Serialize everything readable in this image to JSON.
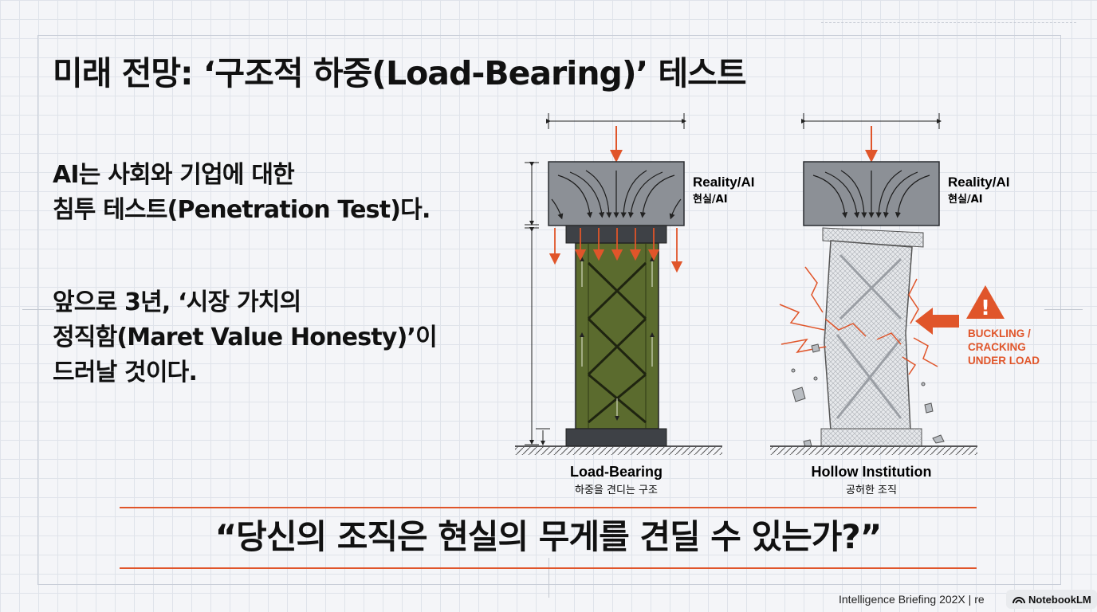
{
  "slide": {
    "title": "미래 전망: ‘구조적 하중(Load-Bearing)’ 테스트",
    "paragraph1": [
      "AI는 사회와 기업에 대한",
      "침투 테스트(Penetration Test)다."
    ],
    "paragraph2": [
      "앞으로 3년, ‘시장 가치의",
      "정직함(Maret Value Honesty)’이",
      "드러날 것이다."
    ],
    "quote": "“당신의 조직은 현실의 무게를 견딜 수 있는가?”"
  },
  "diagram": {
    "left": {
      "load_label_en": "Reality/AI",
      "load_label_ko": "현실/AI",
      "caption_en": "Load-Bearing",
      "caption_ko": "하중을 견디는 구조"
    },
    "right": {
      "load_label_en": "Reality/AI",
      "load_label_ko": "현실/AI",
      "caption_en": "Hollow Institution",
      "caption_ko": "공허한 조직",
      "warning_lines": [
        "BUCKLING /",
        "CRACKING",
        "UNDER LOAD"
      ],
      "warning_icon": "warning-triangle-icon"
    },
    "colors": {
      "accent": "#e0552a",
      "column_green": "#5b6b2e",
      "load_block": "#8c9096",
      "dark_base": "#3e4146"
    }
  },
  "footer": {
    "text": "Intelligence Briefing 202X | re",
    "brand": "NotebookLM",
    "brand_icon": "notebooklm-logo-icon"
  }
}
